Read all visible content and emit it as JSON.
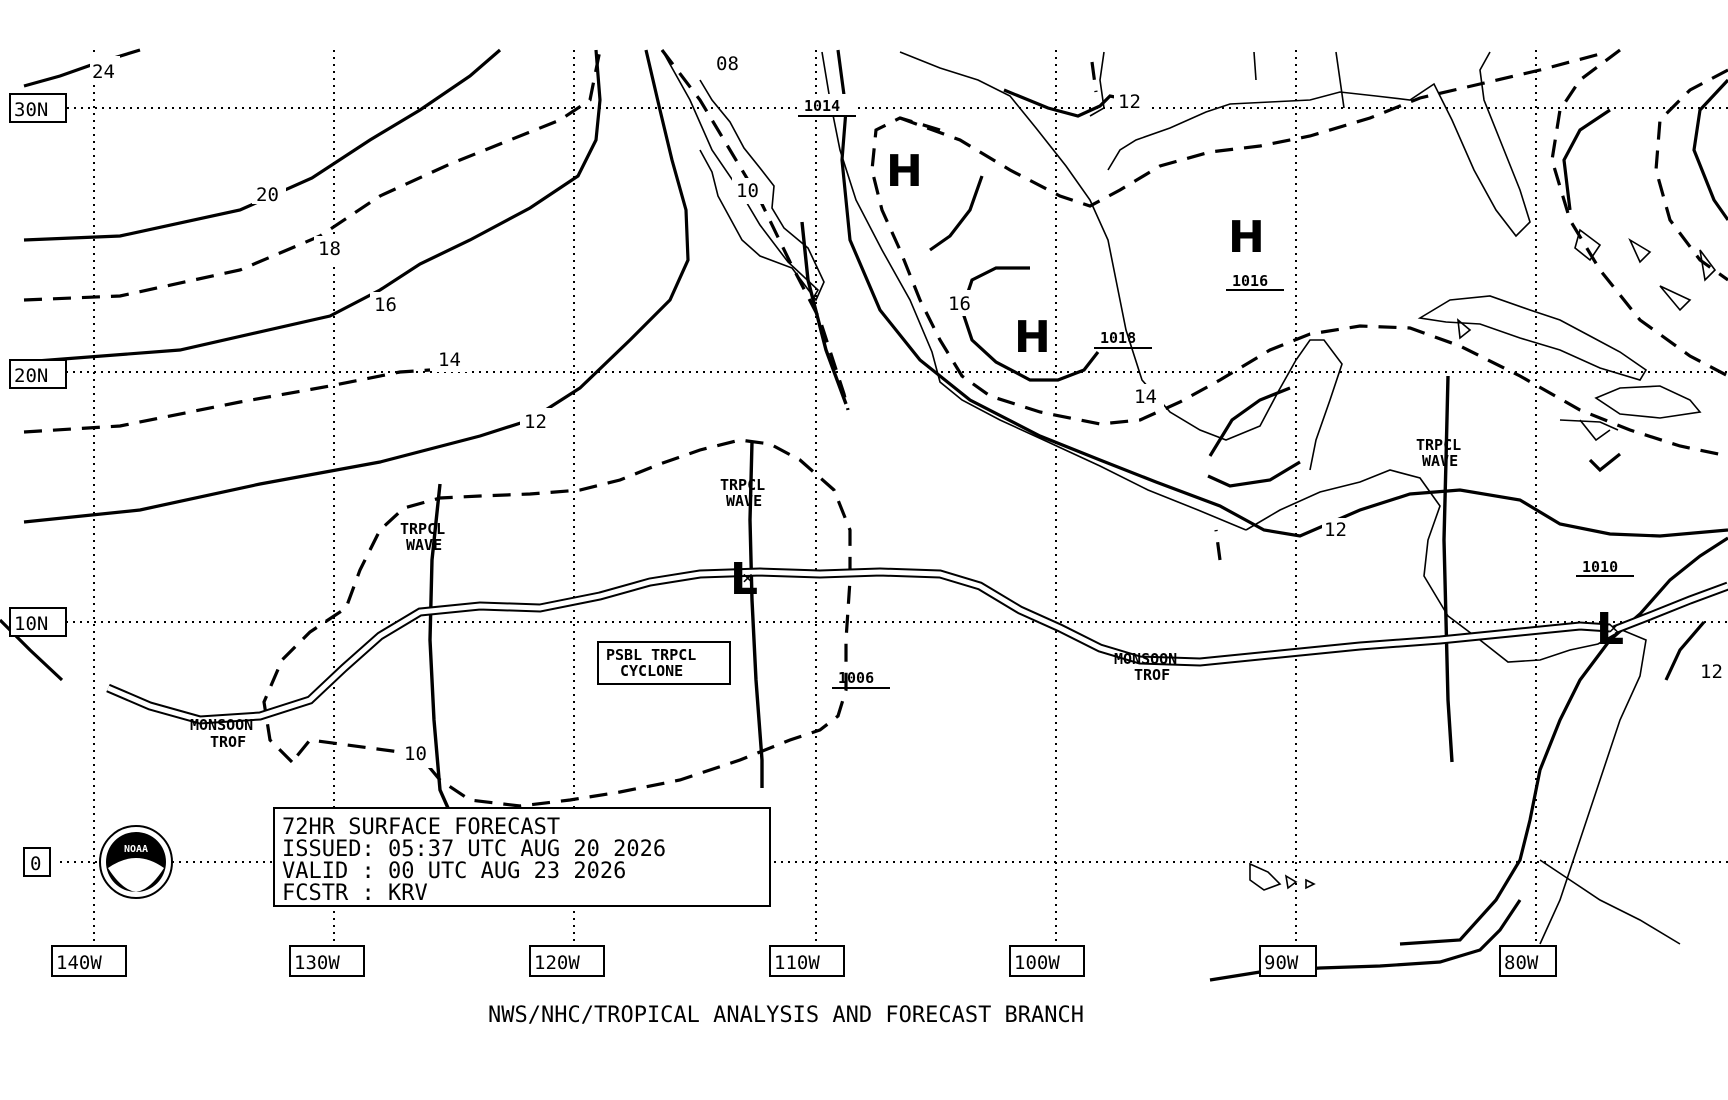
{
  "lat_labels": [
    "30N",
    "20N",
    "10N",
    "0"
  ],
  "lon_labels": [
    "140W",
    "130W",
    "120W",
    "110W",
    "100W",
    "90W",
    "80W"
  ],
  "isobar_labels": [
    "24",
    "20",
    "18",
    "16",
    "14",
    "12",
    "08",
    "10",
    "12",
    "16",
    "14",
    "12",
    "12",
    "10"
  ],
  "pressure_labels": [
    "1014",
    "1016",
    "1018",
    "1006",
    "1010"
  ],
  "systems": [
    {
      "symbol": "H"
    },
    {
      "symbol": "H"
    },
    {
      "symbol": "H"
    },
    {
      "symbol": "L"
    },
    {
      "symbol": "L"
    }
  ],
  "wave_labels": [
    {
      "line1": "TRPCL",
      "line2": "WAVE"
    },
    {
      "line1": "TRPCL",
      "line2": "WAVE"
    },
    {
      "line1": "TRPCL",
      "line2": "WAVE"
    }
  ],
  "monsoon_labels": [
    {
      "line1": "MONSOON",
      "line2": "TROF"
    },
    {
      "line1": "MONSOON",
      "line2": "TROF"
    }
  ],
  "cyclone_box": {
    "line1": "PSBL TRPCL",
    "line2": "CYCLONE"
  },
  "info_box": {
    "line1": "72HR SURFACE FORECAST",
    "line2": "ISSUED: 05:37 UTC AUG 20 2026",
    "line3": "VALID : 00 UTC AUG 23 2026",
    "line4": "FCSTR : KRV"
  },
  "footer": "NWS/NHC/TROPICAL ANALYSIS AND FORECAST BRANCH",
  "logo_text": "NOAA"
}
